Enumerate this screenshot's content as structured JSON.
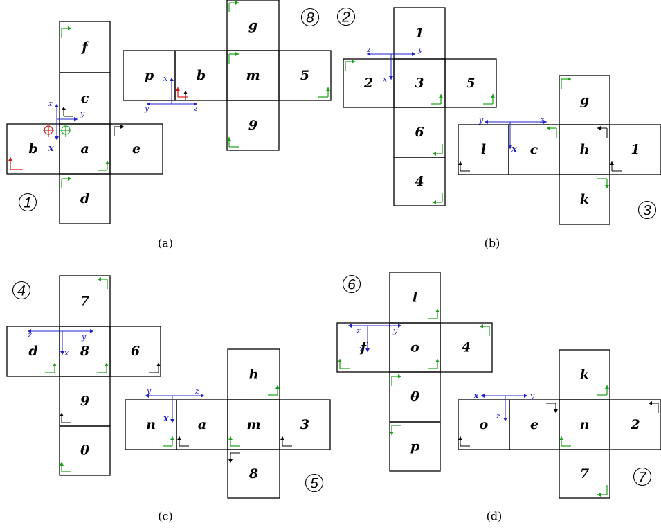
{
  "labels": {
    "a1": {
      "f": "f",
      "c": "c",
      "b": "b",
      "a": "a",
      "e": "e",
      "d": "d"
    },
    "a2": {
      "g": "g",
      "p": "p",
      "b": "b",
      "m": "m",
      "5": "5",
      "9": "9"
    },
    "b1": {
      "1": "1",
      "2": "2",
      "3": "3",
      "5": "5",
      "6": "6",
      "4": "4"
    },
    "b2": {
      "g": "g",
      "l": "l",
      "c": "c",
      "h": "h",
      "1": "1",
      "k": "k"
    },
    "c1": {
      "7": "7",
      "d": "d",
      "8": "8",
      "6": "6",
      "9": "9",
      "theta": "θ"
    },
    "c2": {
      "h": "h",
      "n": "n",
      "a": "a",
      "m": "m",
      "3": "3",
      "8": "8"
    },
    "d1": {
      "l": "l",
      "f": "f",
      "o": "o",
      "4": "4",
      "theta": "θ",
      "p": "p"
    },
    "d2": {
      "k": "k",
      "o": "o",
      "e": "e",
      "n": "n",
      "2": "2",
      "7": "7"
    }
  },
  "circled": {
    "n1": "1",
    "n2": "2",
    "n3": "3",
    "n4": "4",
    "n5": "5",
    "n6": "6",
    "n7": "7",
    "n8": "8"
  },
  "captions": {
    "a": "(a)",
    "b": "(b)",
    "c": "(c)",
    "d": "(d)"
  },
  "axes": {
    "x": "x",
    "y": "y",
    "z": "z"
  },
  "colors": {
    "frame_green": "#1aa01a",
    "frame_black": "#000000",
    "frame_red": "#d81818",
    "axis_blue": "#2222cc"
  }
}
